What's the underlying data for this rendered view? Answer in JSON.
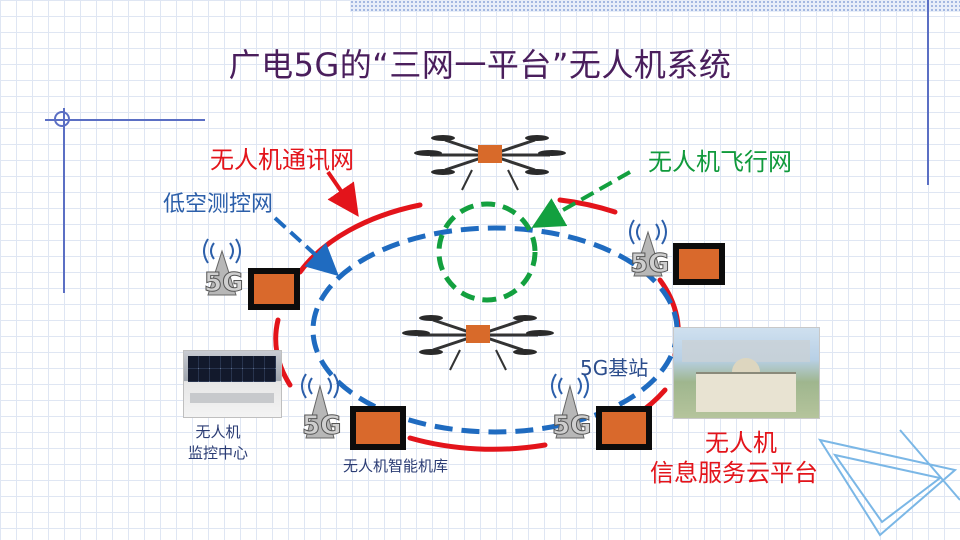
{
  "title": "广电5G的“三网一平台”无人机系统",
  "labels": {
    "comm_network": "无人机通讯网",
    "flight_network": "无人机飞行网",
    "low_altitude_network": "低空测控网",
    "base_station": "5G基站",
    "monitor_center_line1": "无人机",
    "monitor_center_line2": "监控中心",
    "smart_hangar": "无人机智能机库",
    "cloud_platform_line1": "无人机",
    "cloud_platform_line2": "信息服务云平台",
    "badge_5g": "5G"
  },
  "colors": {
    "red": "#e3141b",
    "blue": "#1f6bc0",
    "green": "#13a03f",
    "title": "#4a1e5c",
    "accent_line": "#5b6fc4"
  },
  "icons": [
    "drone-icon",
    "5g-tower-icon",
    "hangar-box-icon",
    "monitor-center-photo",
    "cloud-platform-photo"
  ]
}
